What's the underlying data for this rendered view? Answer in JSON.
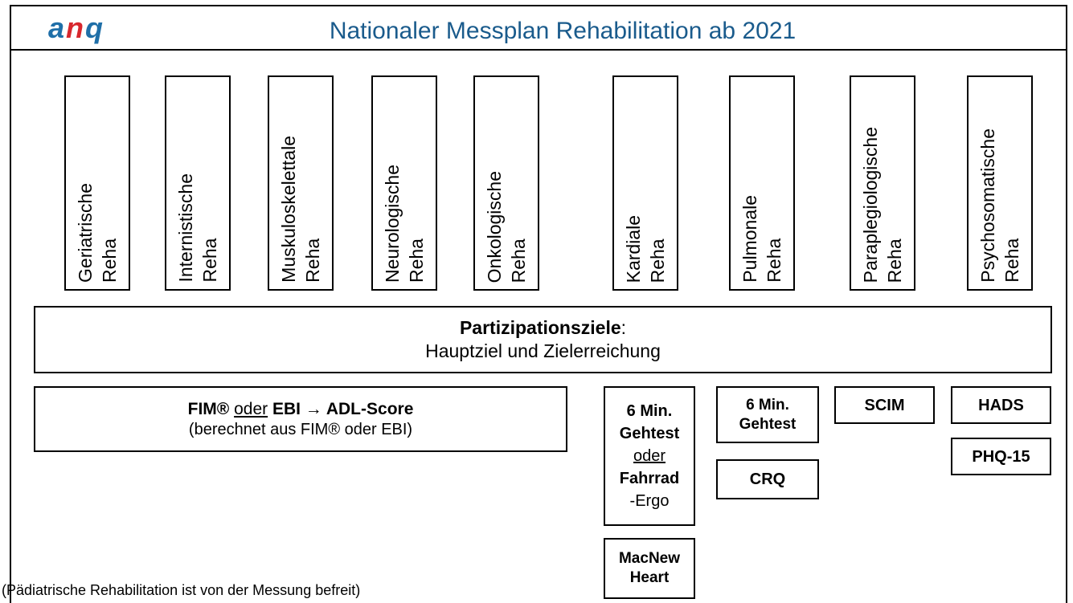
{
  "header": {
    "logo": {
      "a": "a",
      "n": "n",
      "q": "q"
    },
    "title": "Nationaler Messplan Rehabilitation ab 2021"
  },
  "specialties": [
    {
      "line1": "Geriatrische",
      "line2": "Reha"
    },
    {
      "line1": "Internistische",
      "line2": "Reha"
    },
    {
      "line1": "Muskuloskelettale",
      "line2": "Reha"
    },
    {
      "line1": "Neurologische",
      "line2": "Reha"
    },
    {
      "line1": "Onkologische",
      "line2": "Reha"
    },
    {
      "line1": "Kardiale",
      "line2": "Reha"
    },
    {
      "line1": "Pulmonale",
      "line2": "Reha"
    },
    {
      "line1": "Paraplegiologische",
      "line2": "Reha"
    },
    {
      "line1": "Psychosomatische",
      "line2": "Reha"
    }
  ],
  "participation": {
    "title": "Partizipationsziele",
    "colon": ":",
    "subtitle": "Hauptziel und Zielerreichung"
  },
  "adl": {
    "part1": "FIM® ",
    "oder": "oder",
    "part2": " EBI → ADL-Score",
    "line2": "(berechnet aus FIM® oder EBI)"
  },
  "cardiac": {
    "line1": "6 Min.",
    "line2": "Gehtest",
    "oder": "oder",
    "line3": "Fahrrad",
    "line4": "-Ergo",
    "macnew1": "MacNew",
    "macnew2": "Heart"
  },
  "pulmonary": {
    "line1": "6 Min.",
    "line2": "Gehtest",
    "crq": "CRQ"
  },
  "paraplegic": {
    "scim": "SCIM"
  },
  "psychosomatic": {
    "hads": "HADS",
    "phq": "PHQ-15"
  },
  "footnote": "(Pädiatrische Rehabilitation ist von der Messung befreit)",
  "colors": {
    "title": "#1a5b8c",
    "logo_blue": "#1f6fa8",
    "logo_red": "#d8272d"
  }
}
